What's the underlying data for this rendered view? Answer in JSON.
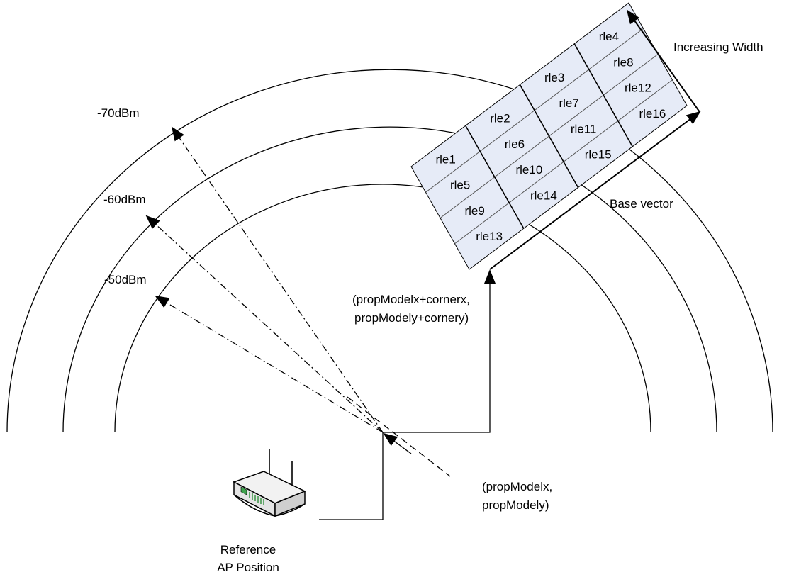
{
  "rings": [
    {
      "label": "-70dBm"
    },
    {
      "label": "-60dBm"
    },
    {
      "label": "-50dBm"
    }
  ],
  "grid": {
    "fill_color": "#e6ebf7",
    "cells": [
      "rle1",
      "rle2",
      "rle3",
      "rle4",
      "rle5",
      "rle6",
      "rle7",
      "rle8",
      "rle9",
      "rle10",
      "rle11",
      "rle12",
      "rle13",
      "rle14",
      "rle15",
      "rle16"
    ]
  },
  "labels": {
    "increasing_width": "Increasing Width",
    "base_vector": "Base vector",
    "corner_line1": "(propModelx+cornerx,",
    "corner_line2": "propModely+cornery)",
    "model_line1": "(propModelx,",
    "model_line2": "propModely)",
    "ap_line1": "Reference",
    "ap_line2": "AP Position"
  },
  "icons": {
    "ap": "wireless-router-icon"
  }
}
